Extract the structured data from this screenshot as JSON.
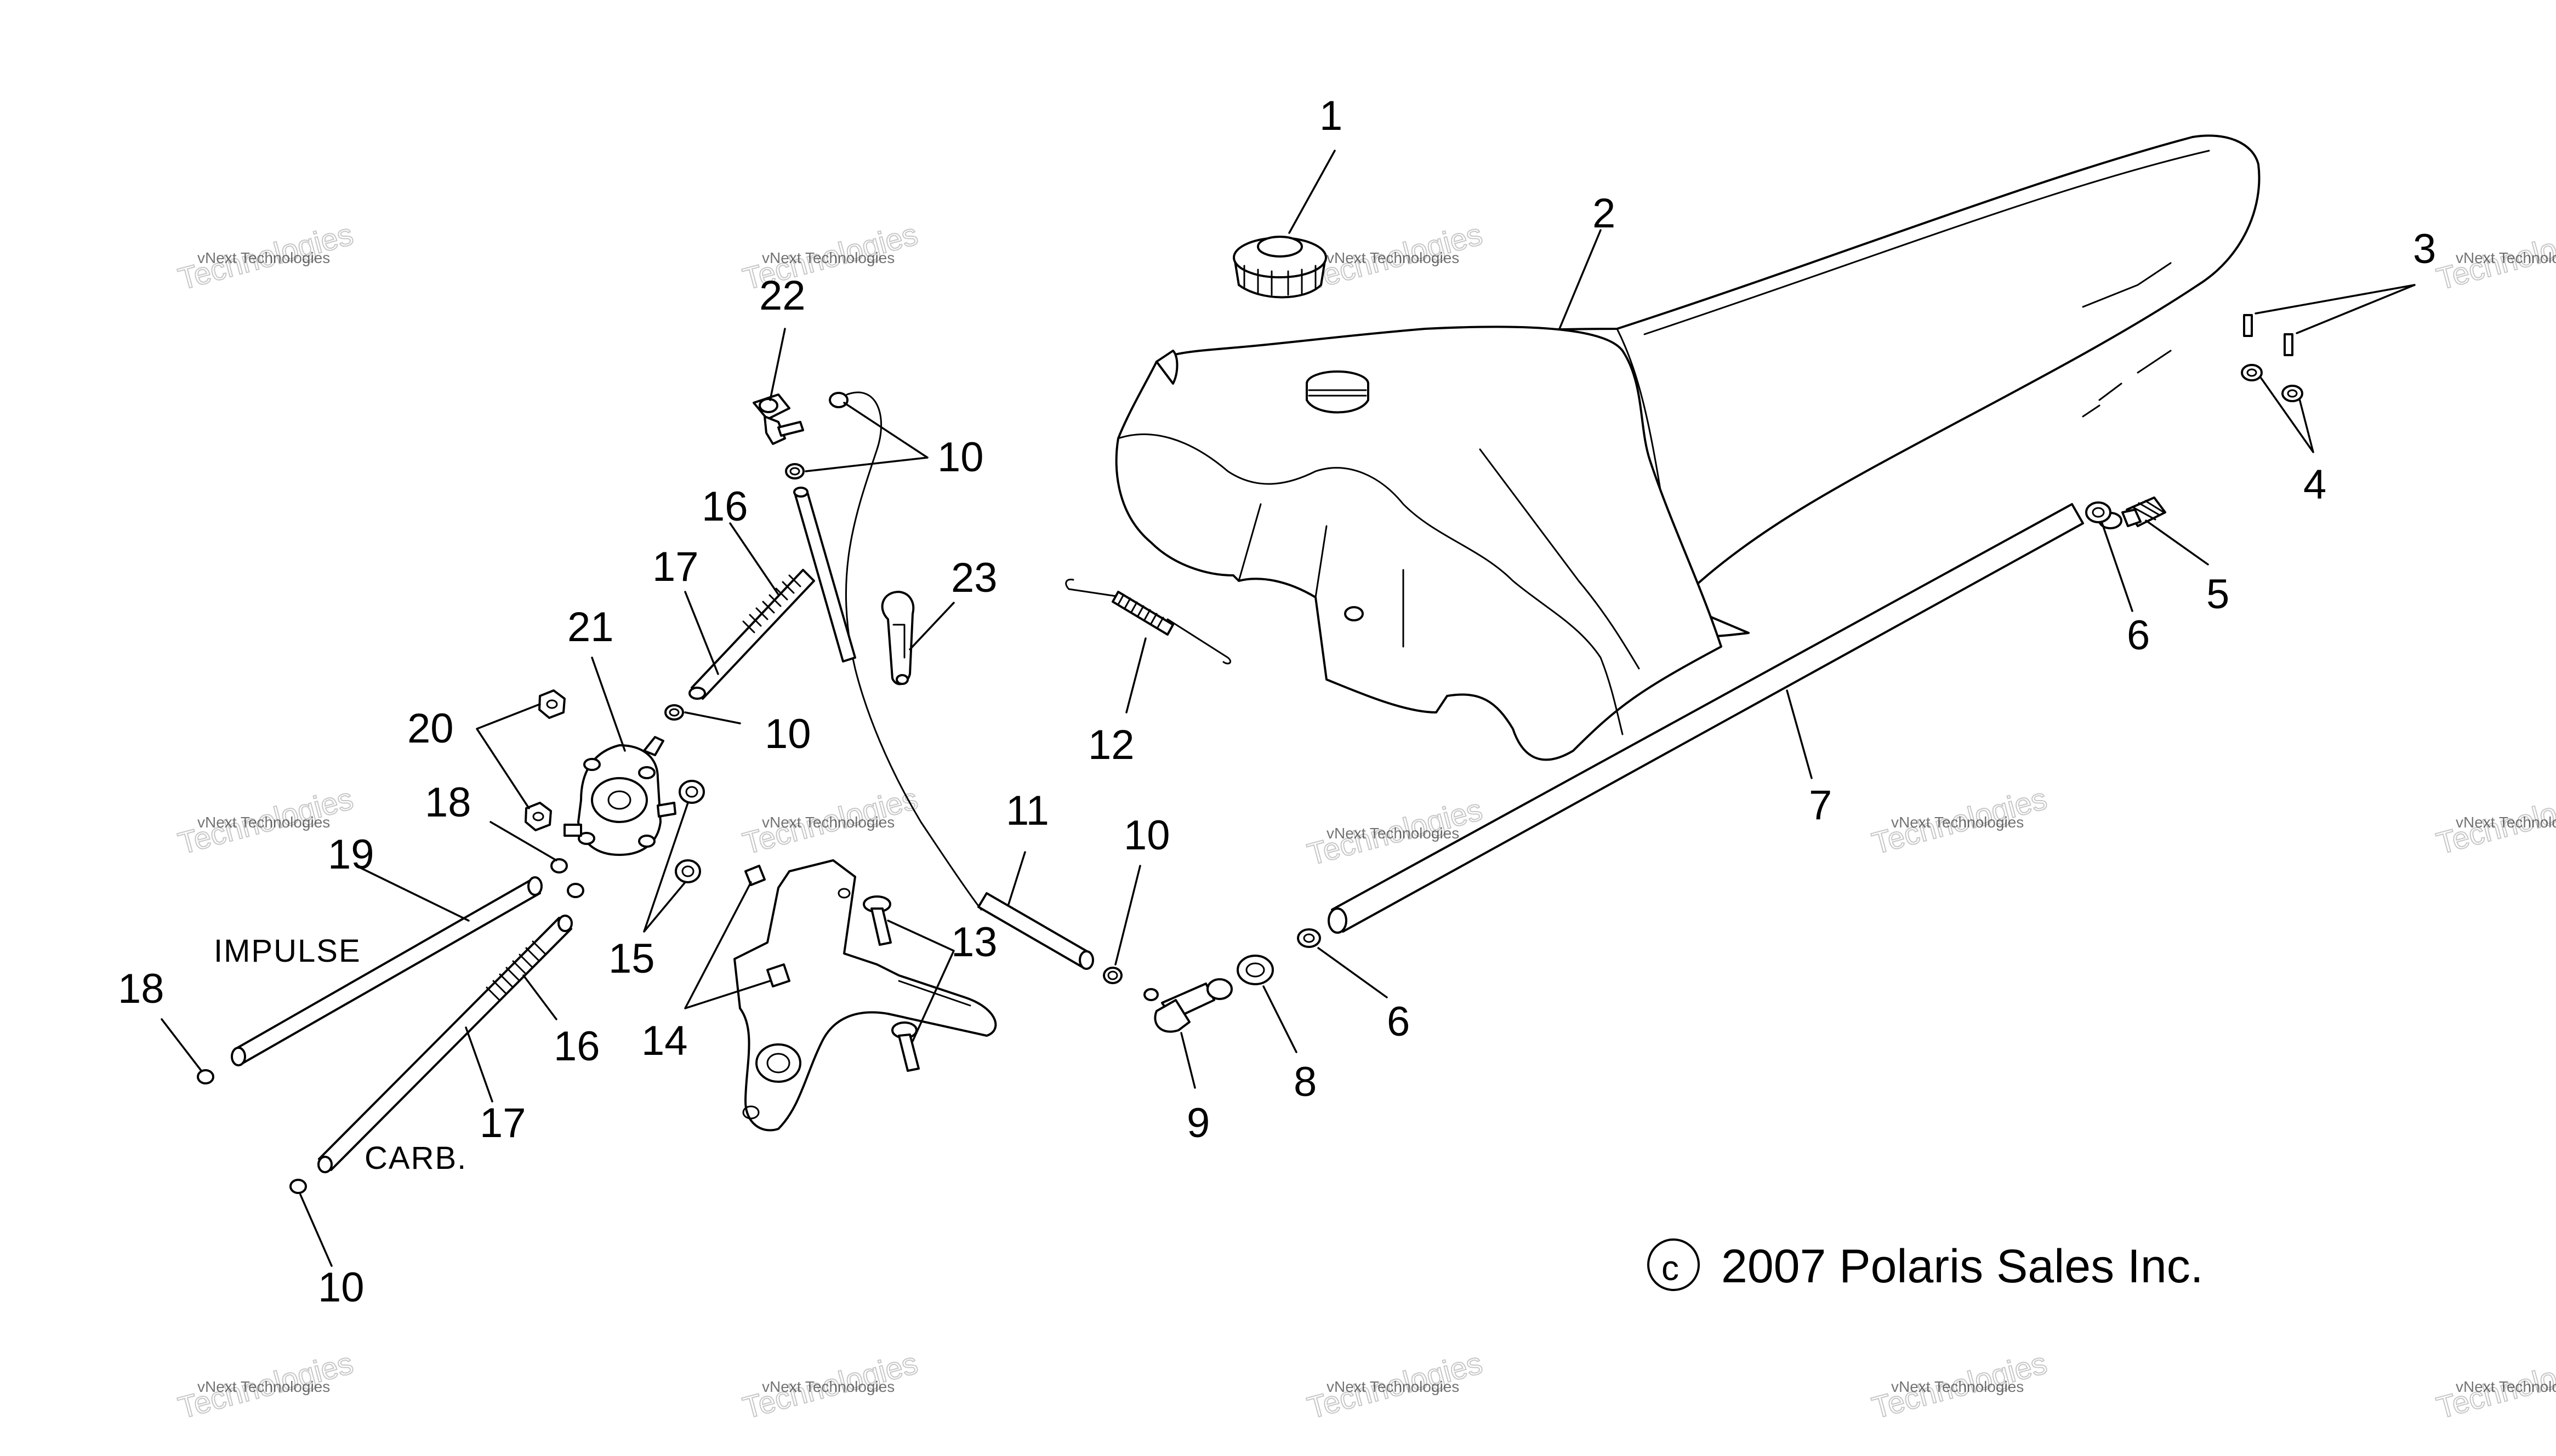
{
  "callouts": {
    "c1": "1",
    "c2": "2",
    "c3": "3",
    "c4": "4",
    "c5": "5",
    "c6a": "6",
    "c6b": "6",
    "c7": "7",
    "c8": "8",
    "c9": "9",
    "c10a": "10",
    "c10b": "10",
    "c10c": "10",
    "c10d": "10",
    "c11": "11",
    "c12": "12",
    "c13": "13",
    "c14": "14",
    "c15": "15",
    "c16a": "16",
    "c16b": "16",
    "c17a": "17",
    "c17b": "17",
    "c18a": "18",
    "c18b": "18",
    "c19": "19",
    "c20": "20",
    "c21": "21",
    "c22": "22",
    "c23": "23"
  },
  "labels": {
    "impulse": "IMPULSE",
    "carb": "CARB."
  },
  "copyright": {
    "symbol": "c",
    "text": "2007 Polaris Sales Inc."
  },
  "watermark": {
    "line1": "vNext Technologies",
    "line2": "Technologies"
  }
}
